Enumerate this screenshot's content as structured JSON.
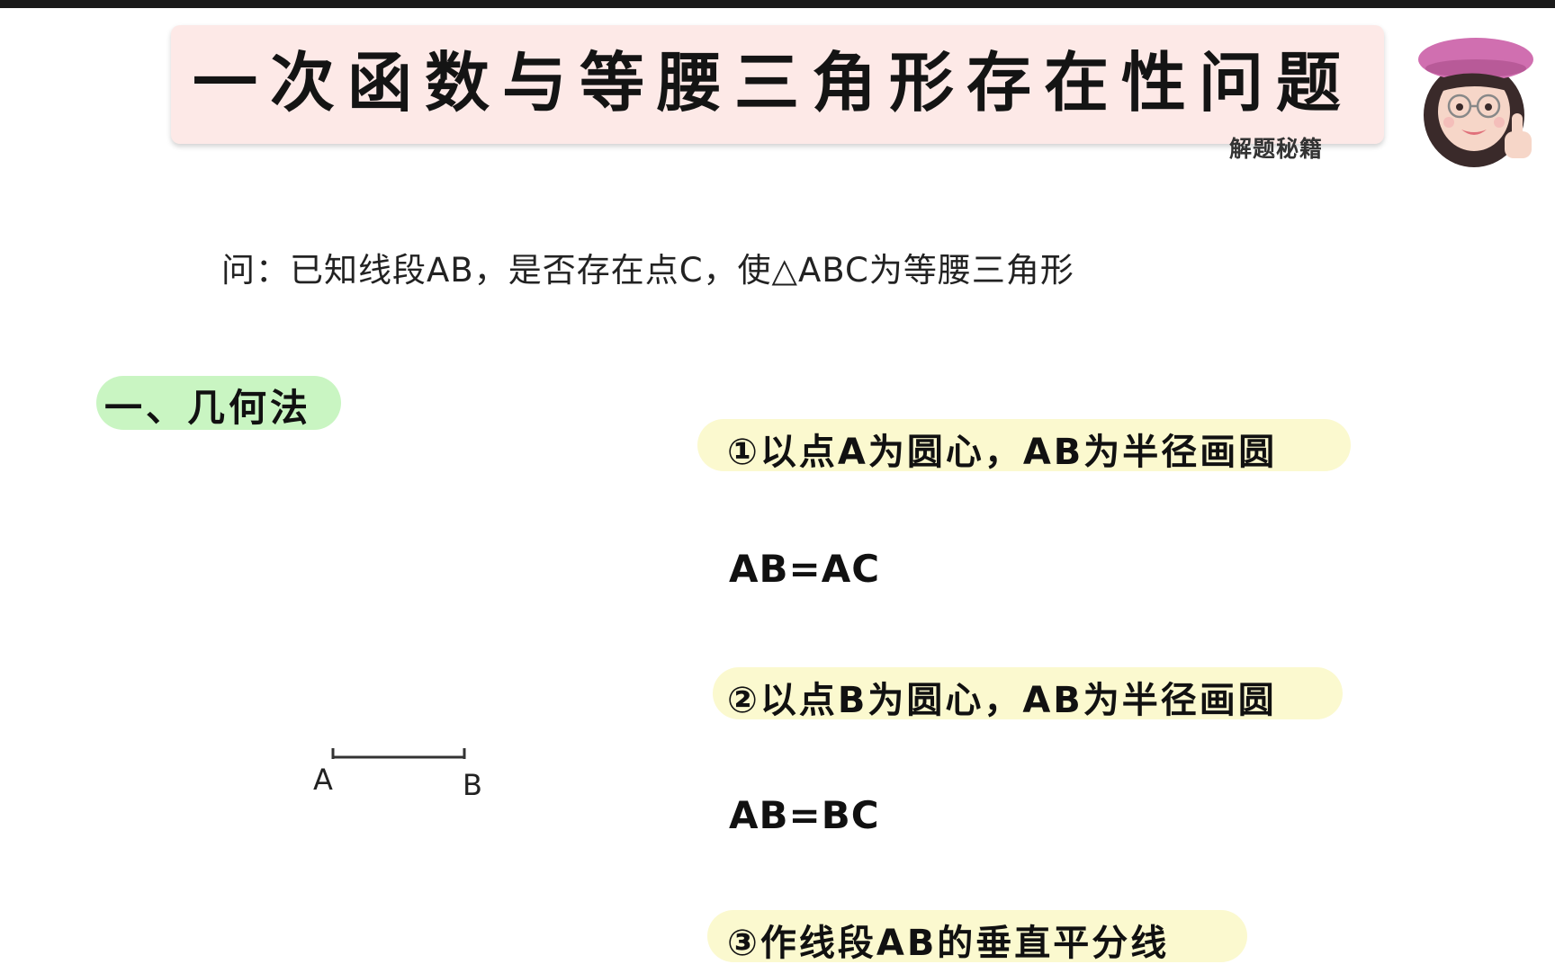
{
  "title": "一次函数与等腰三角形存在性问题",
  "series_tag": "解题秘籍",
  "question": "问：已知线段AB，是否存在点C，使△ABC为等腰三角形",
  "section": {
    "heading": "一、几何法"
  },
  "steps": [
    {
      "label": "①以点A为圆心，AB为半径画圆",
      "result": "AB=AC"
    },
    {
      "label": "②以点B为圆心，AB为半径画圆",
      "result": "AB=BC"
    },
    {
      "label": "③作线段AB的垂直平分线"
    }
  ],
  "figure": {
    "point_a": "A",
    "point_b": "B"
  },
  "colors": {
    "title_bg": "#fde9e7",
    "section_highlight": "#c9f5c2",
    "step_highlight": "#fbf9cf"
  }
}
